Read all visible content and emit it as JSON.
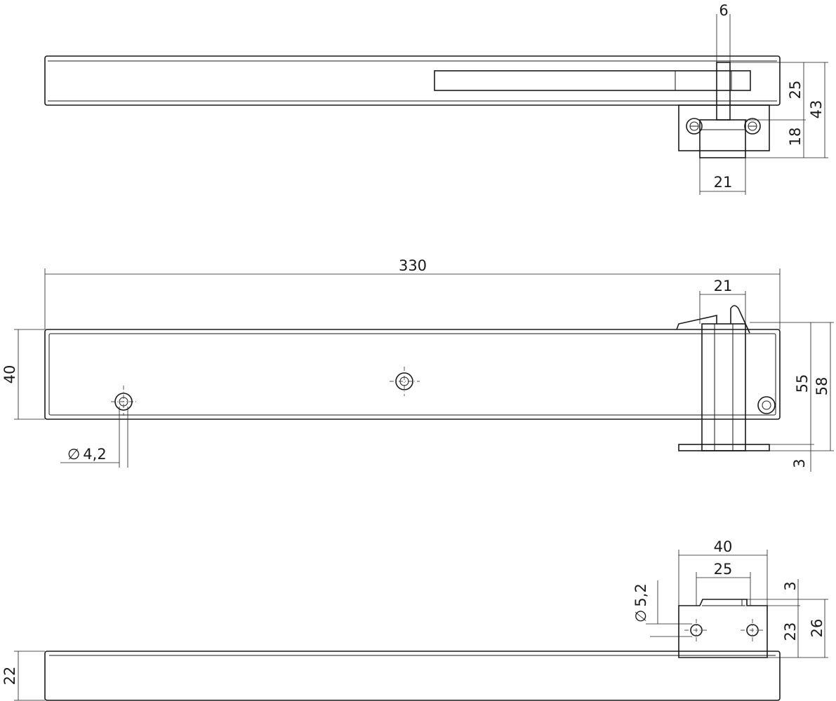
{
  "drawing": {
    "top_view": {
      "dims": {
        "thickness": "6",
        "height_25": "25",
        "height_43": "43",
        "height_18": "18",
        "width_21": "21"
      }
    },
    "front_view": {
      "dims": {
        "length": "330",
        "width_21": "21",
        "height_40": "40",
        "height_55": "55",
        "height_58": "58",
        "offset_3": "3",
        "hole_dia": "4,2"
      },
      "hole_dia_prefix": "∅"
    },
    "bottom_view": {
      "dims": {
        "width_40": "40",
        "width_25": "25",
        "offset_3": "3",
        "height_23": "23",
        "height_26": "26",
        "height_22": "22",
        "hole_dia": "5,2"
      },
      "hole_dia_prefix": "∅"
    }
  }
}
